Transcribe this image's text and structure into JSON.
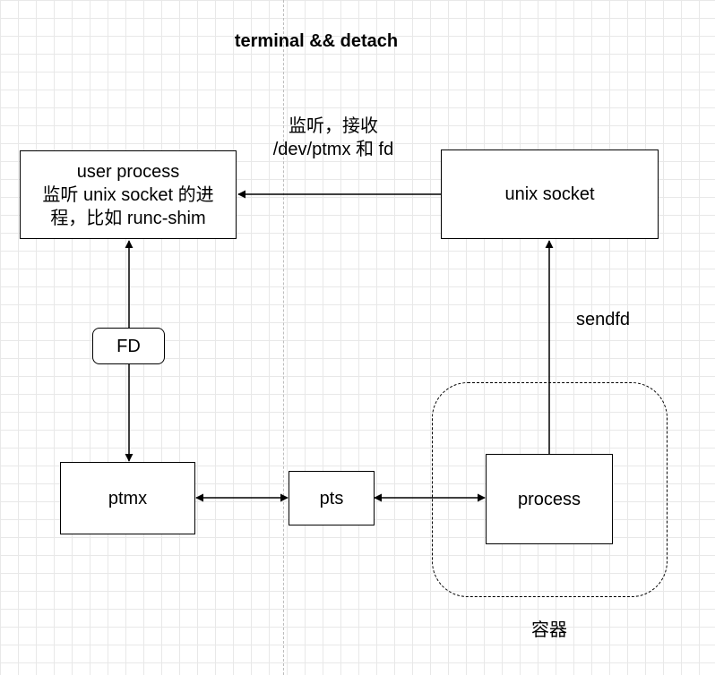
{
  "title": "terminal && detach",
  "nodes": {
    "user_process": [
      "user process",
      "监听 unix socket 的进",
      "程，比如 runc-shim"
    ],
    "unix_socket": "unix socket",
    "fd_badge": "FD",
    "ptmx": "ptmx",
    "pts": "pts",
    "process": "process",
    "container": "容器"
  },
  "edge_labels": {
    "listen_receive": [
      "监听，接收",
      "/dev/ptmx 和 fd"
    ],
    "sendfd": "sendfd"
  },
  "colors": {
    "stroke": "#000000",
    "grid": "#e8e8e8",
    "divider": "#bdbdbd"
  }
}
